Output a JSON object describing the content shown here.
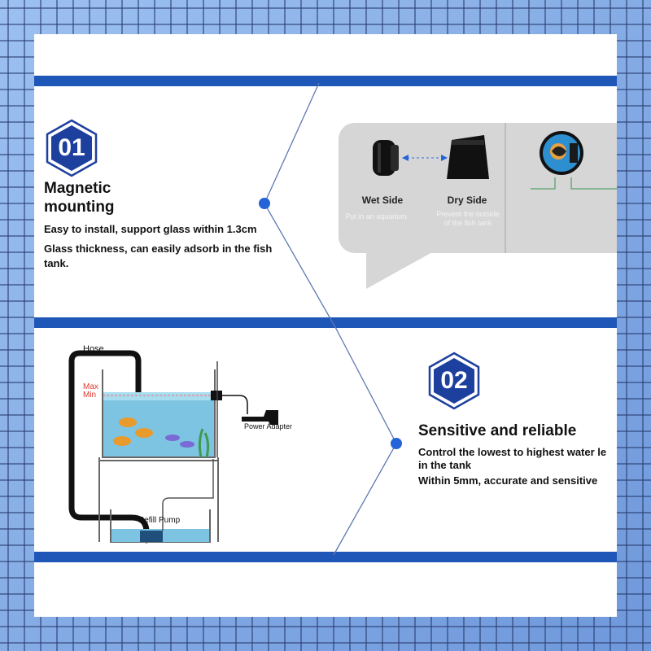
{
  "section1": {
    "number": "01",
    "title_line1": "Magnetic",
    "title_line2": "mounting",
    "desc_line1": "Easy to install, support glass within 1.3cm",
    "desc_line2": "Glass thickness, can easily adsorb in the fish",
    "desc_line3": "tank.",
    "wet_side": "Wet Side",
    "wet_side_sub": "Put in an aquarium",
    "dry_side": "Dry Side",
    "dry_side_sub1": "Prevent the outside",
    "dry_side_sub2": "of the fish tank"
  },
  "section2": {
    "number": "02",
    "title": "Sensitive and reliable",
    "desc_line1": "Control the lowest to highest water le",
    "desc_line2": "in the tank",
    "desc_line3": "Within 5mm, accurate and sensitive"
  },
  "diagram": {
    "hose": "Hose",
    "max": "Max",
    "min": "Min",
    "power_adapter": "Power Adapter",
    "refill_pump": "Refill Pump"
  },
  "colors": {
    "band": "#1f57b8",
    "hex": "#1d3f9e",
    "dot": "#2463d8"
  }
}
